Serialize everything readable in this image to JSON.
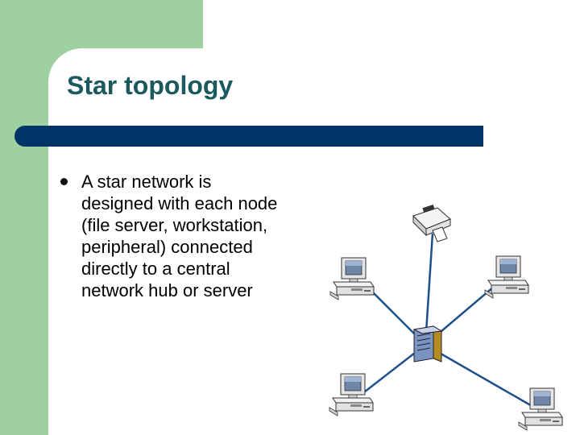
{
  "slide": {
    "title": "Star topology",
    "bullet_text": "A star network is designed with each node (file server, workstation, peripheral) connected directly to a central network hub or server"
  },
  "diagram": {
    "hub_icon": "server-hub-icon",
    "nodes": [
      {
        "name": "workstation-top-left-icon",
        "kind": "workstation"
      },
      {
        "name": "printer-top-icon",
        "kind": "printer"
      },
      {
        "name": "workstation-top-right-icon",
        "kind": "workstation"
      },
      {
        "name": "workstation-bottom-left-icon",
        "kind": "workstation"
      },
      {
        "name": "workstation-bottom-right-icon",
        "kind": "workstation"
      }
    ],
    "colors": {
      "link": "#1f4f8a",
      "accent_green": "#9fd09f",
      "title_bar": "#003366",
      "title_text": "#1a5a5e"
    }
  }
}
